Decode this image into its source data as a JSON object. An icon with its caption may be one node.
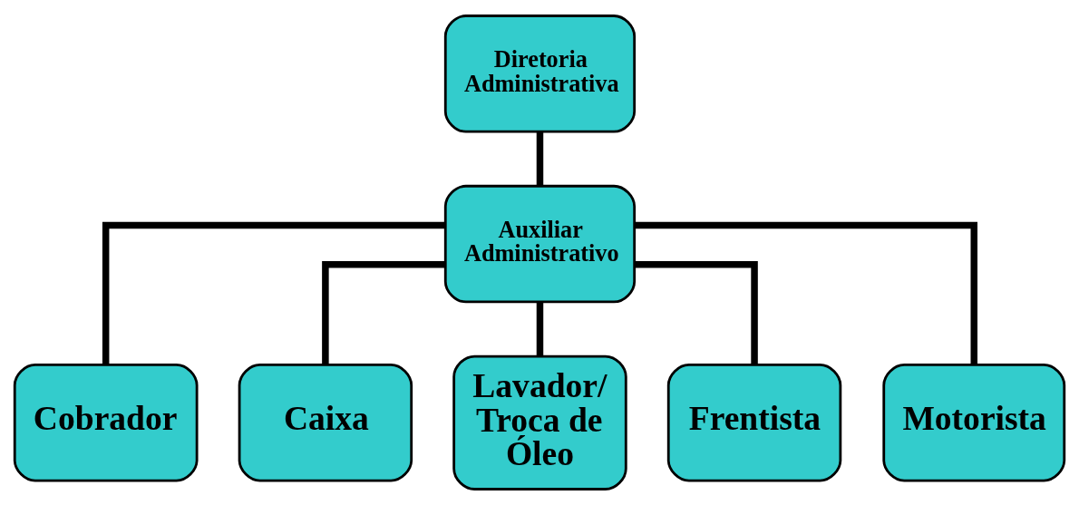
{
  "diagram": {
    "nodes": [
      {
        "text": [
          "Diretoria Administrativa"
        ]
      },
      {
        "text": [
          "Auxiliar Administrativo"
        ]
      },
      {
        "text": [
          "Cobrador"
        ]
      },
      {
        "text": [
          "Caixa"
        ]
      },
      {
        "text": [
          "Lavador/ Troca de Óleo"
        ]
      },
      {
        "text": [
          "Frentista"
        ]
      },
      {
        "text": [
          "Motorista"
        ]
      }
    ],
    "edges": [
      {
        "from": 0,
        "to": 1,
        "arrow": "none"
      },
      {
        "from": 1,
        "to": 2,
        "arrow": "none"
      },
      {
        "from": 1,
        "to": 3,
        "arrow": "none"
      },
      {
        "from": 1,
        "to": 4,
        "arrow": "none"
      },
      {
        "from": 1,
        "to": 5,
        "arrow": "none"
      },
      {
        "from": 1,
        "to": 6,
        "arrow": "none"
      }
    ]
  }
}
